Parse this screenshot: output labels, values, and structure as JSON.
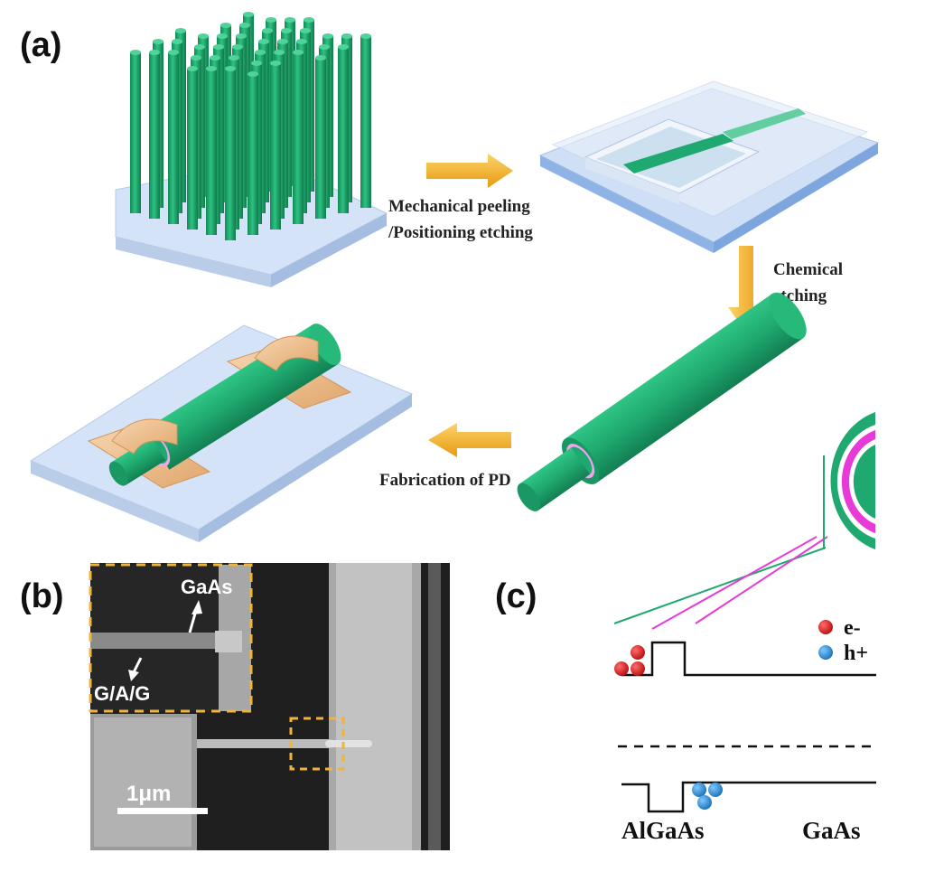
{
  "panels": {
    "a": "(a)",
    "b": "(b)",
    "c": "(c)"
  },
  "steps": {
    "peeling_line1": "Mechanical peeling",
    "peeling_line2": "/Positioning etching",
    "chem_line1": "Chemical",
    "chem_line2": "etching",
    "fabrication": "Fabrication of PD"
  },
  "sem": {
    "label_gaas": "GaAs",
    "label_gag": "G/A/G",
    "scale_bar": "1μm"
  },
  "band": {
    "left_material": "AlGaAs",
    "right_material": "GaAs",
    "legend_electron": "e-",
    "legend_hole": "h+"
  },
  "colors": {
    "nanowire": "#1fa86f",
    "gold": "#f0c496",
    "substrate": "#c9d8f2",
    "arrow": "#f2a81c",
    "electron": "#d91a1a",
    "hole": "#2b8fd6",
    "shell": "#e83ad8"
  },
  "icons": [
    "nanowire-array-icon",
    "peeled-nanowire-icon",
    "core-shell-nanowire-icon",
    "photodetector-device-icon"
  ]
}
